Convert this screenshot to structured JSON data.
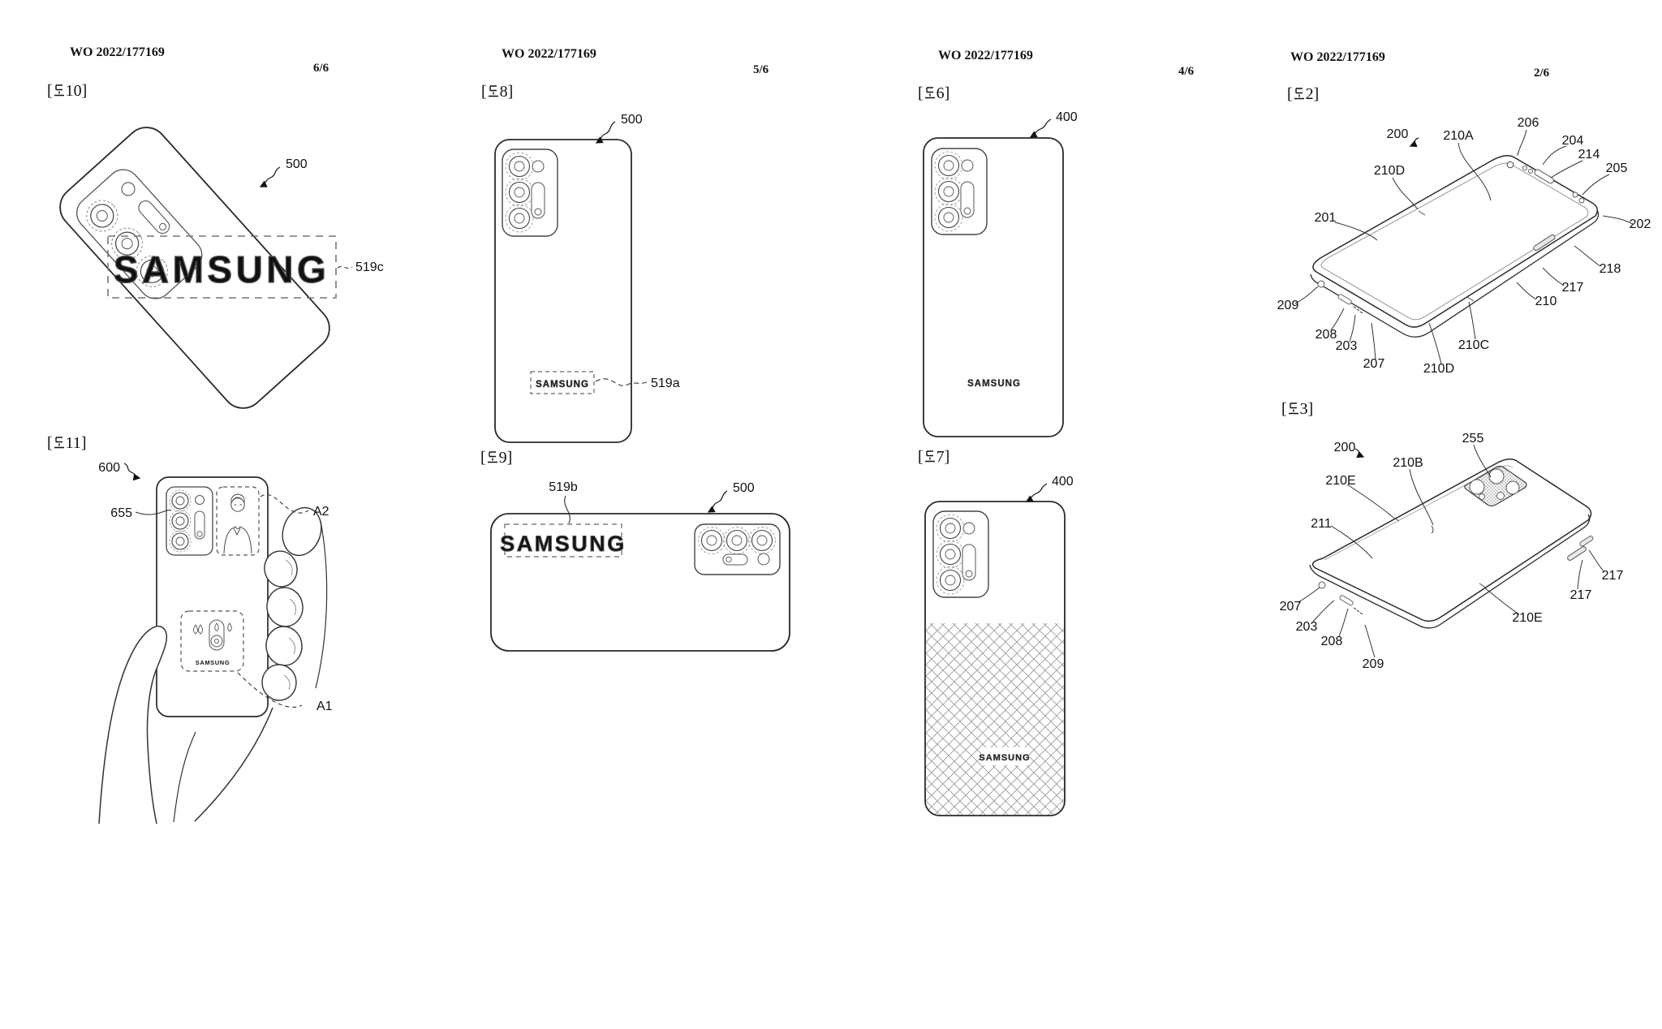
{
  "doc": {
    "number": "WO 2022/177169",
    "brand": "SAMSUNG"
  },
  "pages": {
    "col1": {
      "page": "6/6"
    },
    "col2": {
      "page": "5/6"
    },
    "col3": {
      "page": "4/6"
    },
    "col4": {
      "page": "2/6"
    }
  },
  "figures": {
    "f10": {
      "tag": "[도10]",
      "open": "[",
      "close": "10]",
      "r500": "500",
      "r519c": "519c"
    },
    "f11": {
      "tag": "[도11]",
      "open": "[",
      "close": "11]",
      "r600": "600",
      "r655": "655",
      "rA2": "A2",
      "rA1": "A1"
    },
    "f8": {
      "tag": "[도8]",
      "open": "[",
      "close": "8]",
      "r500": "500",
      "r519a": "519a"
    },
    "f9": {
      "tag": "[도9]",
      "open": "[",
      "close": "9]",
      "r519b": "519b",
      "r500": "500"
    },
    "f6": {
      "tag": "[도6]",
      "open": "[",
      "close": "6]",
      "r400": "400"
    },
    "f7": {
      "tag": "[도7]",
      "open": "[",
      "close": "7]",
      "r400": "400"
    },
    "f2": {
      "tag": "[도2]",
      "open": "[",
      "close": "2]",
      "r200": "200",
      "r210A": "210A",
      "r206": "206",
      "r204": "204",
      "r214": "214",
      "r205": "205",
      "r210D_top": "210D",
      "r201": "201",
      "r202": "202",
      "r218": "218",
      "r217": "217",
      "r210": "210",
      "r209": "209",
      "r208": "208",
      "r203": "203",
      "r207": "207",
      "r210C": "210C",
      "r210D_bottom": "210D"
    },
    "f3": {
      "tag": "[도3]",
      "open": "[",
      "close": "3]",
      "r200": "200",
      "r210B": "210B",
      "r255": "255",
      "r210E_left": "210E",
      "r211": "211",
      "r207": "207",
      "r203": "203",
      "r208": "208",
      "r209": "209",
      "r210E_right": "210E",
      "r217_upper": "217",
      "r217_lower": "217"
    }
  }
}
